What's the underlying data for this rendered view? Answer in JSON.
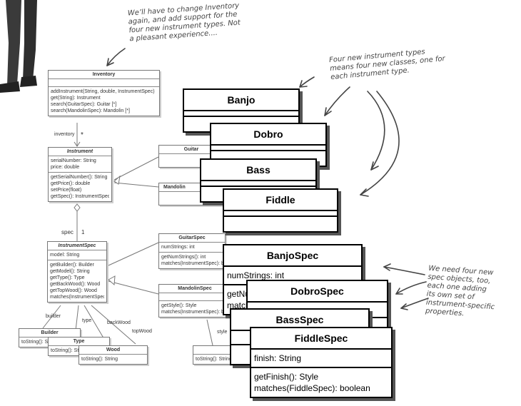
{
  "annotations": {
    "inventory_note": [
      "We’ll have to change Inventory",
      "again, and add support for the",
      "four new instrument types. Not",
      "a pleasant experience...."
    ],
    "classes_note": [
      "Four new instrument types",
      "means four new classes, one for",
      "each instrument type."
    ],
    "spec_note": [
      "We need four new",
      "spec objects, too,",
      "each one adding",
      "its own set of",
      "instrument-specific",
      "properties."
    ]
  },
  "inventory": {
    "title": "Inventory",
    "methods": [
      "addInstrument(String, double, InstrumentSpec)",
      "get(String): Instrument",
      "search(GuitarSpec): Guitar [*]",
      "search(MandolinSpec): Mandolin [*]"
    ]
  },
  "instrument": {
    "title": "Instrument",
    "attributes": [
      "serialNumber: String",
      "price: double"
    ],
    "methods": [
      "getSerialNumber(): String",
      "getPrice(): double",
      "setPrice(float)",
      "getSpec(): InstrumentSpec"
    ]
  },
  "guitar": {
    "title": "Guitar"
  },
  "mandolin": {
    "title": "Mandolin"
  },
  "instrument_spec": {
    "title": "InstrumentSpec",
    "attributes": [
      "model: String"
    ],
    "methods": [
      "getBuilder(): Builder",
      "getModel(): String",
      "getType(): Type",
      "getBackWood(): Wood",
      "getTopWood(): Wood",
      "matches(InstrumentSpec): boolean"
    ]
  },
  "guitar_spec": {
    "title": "GuitarSpec",
    "attributes": [
      "numStrings: int"
    ],
    "methods": [
      "getNumStrings(): int",
      "matches(InstrumentSpec): boolean"
    ]
  },
  "mandolin_spec": {
    "title": "MandolinSpec",
    "methods": [
      "getStyle(): Style",
      "matches(InstrumentSpec): boolean"
    ]
  },
  "enums": {
    "builder": {
      "title": "Builder",
      "method": "toString(): String"
    },
    "type": {
      "title": "Type",
      "method": "toString(): String"
    },
    "wood": {
      "title": "Wood",
      "method": "toString(): String"
    },
    "style": {
      "title": "Style",
      "method": "toString(): String"
    }
  },
  "new_classes": {
    "banjo": "Banjo",
    "dobro": "Dobro",
    "bass": "Bass",
    "fiddle": "Fiddle"
  },
  "banjo_spec": {
    "title": "BanjoSpec",
    "attribute": "numStrings: int",
    "methods": [
      "getNumStrings(): int",
      "matches(BanjoSpec): boolean"
    ]
  },
  "dobro_spec": {
    "title": "DobroSpec"
  },
  "bass_spec": {
    "title": "BassSpec"
  },
  "fiddle_spec": {
    "title": "FiddleSpec",
    "attribute": "finish: String",
    "methods": [
      "getFinish(): Style",
      "matches(FiddleSpec): boolean"
    ]
  },
  "labels": {
    "inventory": "inventory",
    "star": "*",
    "spec": "spec",
    "one": "1",
    "builder": "builder",
    "type": "type",
    "backWood": "backWood",
    "topWood": "topWood",
    "style": "style"
  }
}
